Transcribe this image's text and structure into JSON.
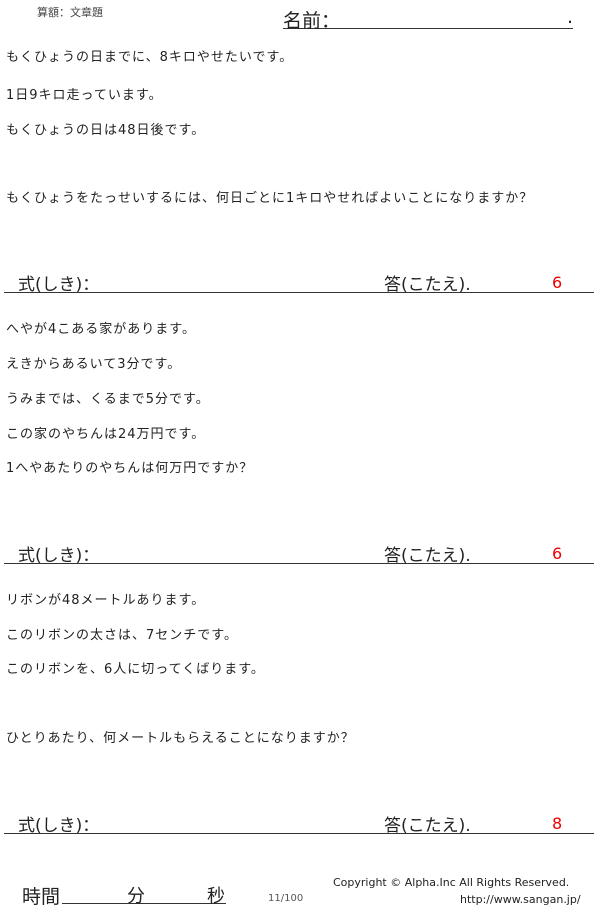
{
  "header": {
    "subject": "算額：文章題",
    "name_label": "名前：",
    "name_end": "."
  },
  "problems": [
    {
      "lines": [
        "もくひょうの日までに、8キロやせたいです。",
        "1日9キロ走っています。",
        "もくひょうの日は48日後です。",
        "もくひょうをたっせいするには、何日ごとに1キロやせればよいことになりますか？"
      ],
      "shiki_label": "式(しき)：",
      "kotae_label": "答(こたえ).",
      "answer": "6"
    },
    {
      "lines": [
        "へやが4こある家があります。",
        "えきからあるいて3分です。",
        "うみまでは、くるまで5分です。",
        "この家のやちんは24万円です。",
        "1へやあたりのやちんは何万円ですか？"
      ],
      "shiki_label": "式(しき)：",
      "kotae_label": "答(こたえ).",
      "answer": "6"
    },
    {
      "lines": [
        "リボンが48メートルあります。",
        "このリボンの太さは、7センチです。",
        "このリボンを、6人に切ってくばります。",
        "ひとりあたり、何メートルもらえることになりますか？"
      ],
      "shiki_label": "式(しき)：",
      "kotae_label": "答(こたえ).",
      "answer": "8"
    }
  ],
  "footer": {
    "time_label": "時間",
    "minutes_label": "分",
    "seconds_label": "秒",
    "page": "11/100",
    "copyright": "Copyright ©  Alpha.Inc All Rights Reserved.",
    "url": "http://www.sangan.jp/"
  }
}
